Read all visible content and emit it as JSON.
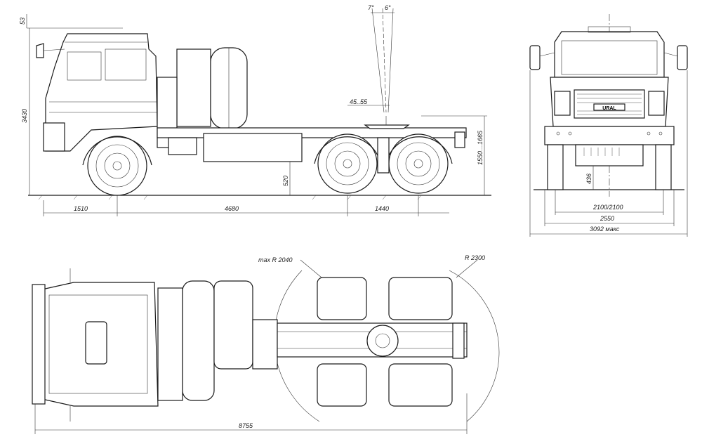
{
  "side_view": {
    "dims": {
      "overall_height": "3430",
      "top_offset": "53",
      "front_overhang": "1510",
      "wheelbase": "4680",
      "rear_axle_spacing": "1440",
      "fifth_wheel_height": "1550…1665",
      "ground_clearance": "520",
      "fifth_wheel_offset": "45..55",
      "angle_front": "7°",
      "angle_rear": "6°"
    }
  },
  "front_view": {
    "dims": {
      "track": "2100/2100",
      "width": "2550",
      "max_width": "3092 макс",
      "axle_clearance": "436"
    },
    "grille_text": "URAL"
  },
  "top_view": {
    "dims": {
      "overall_length": "8755",
      "turn_radius_inner": "max R 2040",
      "turn_radius_outer": "R 2300"
    }
  }
}
